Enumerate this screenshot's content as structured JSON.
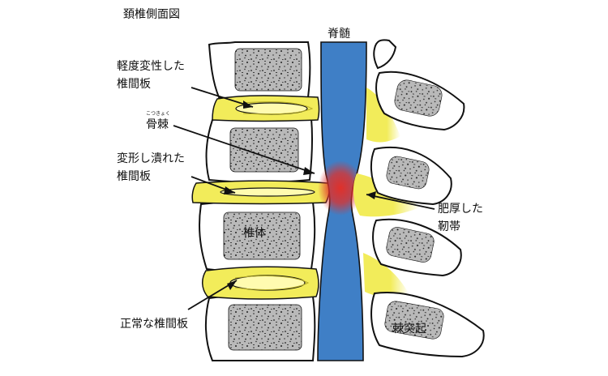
{
  "title": "頚椎側面図",
  "labels": {
    "spinal_cord": "脊髄",
    "mild_degeneration": [
      "軽度変性した",
      "椎間板"
    ],
    "osteophyte": "骨棘",
    "osteophyte_ruby": "こつきょく",
    "deformed_disc": [
      "変形し潰れた",
      "椎間板"
    ],
    "vertebral_body": "椎体",
    "normal_disc": "正常な椎間板",
    "thickened_ligament": [
      "肥厚した",
      "靭帯"
    ],
    "spinous_process": "棘突起"
  },
  "colors": {
    "spinal_cord": "#3f7fc6",
    "compression": "#e0302a",
    "disc": "#f2ec5a",
    "ligament": "#f2ec5a",
    "marrow": "#b9b9b9"
  }
}
